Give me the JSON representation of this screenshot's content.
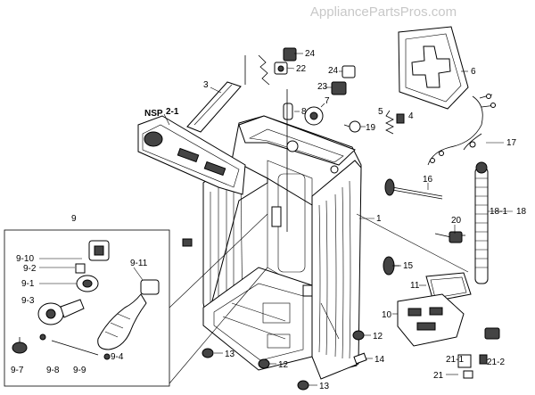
{
  "watermark": "AppliancePartsPros.com",
  "labels": {
    "nsp": "NSP",
    "p2_1": "2-1",
    "p3": "3",
    "p24a": "24",
    "p22": "22",
    "p8": "8",
    "p7": "7",
    "p24b": "24",
    "p23": "23",
    "p6": "6",
    "p5": "5",
    "p4": "4",
    "p19": "19",
    "p17": "17",
    "p1": "1",
    "p16": "16",
    "p18_1": "18-1",
    "p18": "18",
    "p20": "20",
    "p9": "9",
    "p9_10": "9-10",
    "p9_2": "9-2",
    "p9_11": "9-11",
    "p9_1": "9-1",
    "p9_3": "9-3",
    "p9_7": "9-7",
    "p9_8": "9-8",
    "p9_9": "9-9",
    "p9_4": "9-4",
    "p15": "15",
    "p11": "11",
    "p10": "10",
    "p12a": "12",
    "p13a": "13",
    "p12b": "12",
    "p14": "14",
    "p13b": "13",
    "p21": "21",
    "p21_1": "21-1",
    "p21_2": "21-2"
  }
}
